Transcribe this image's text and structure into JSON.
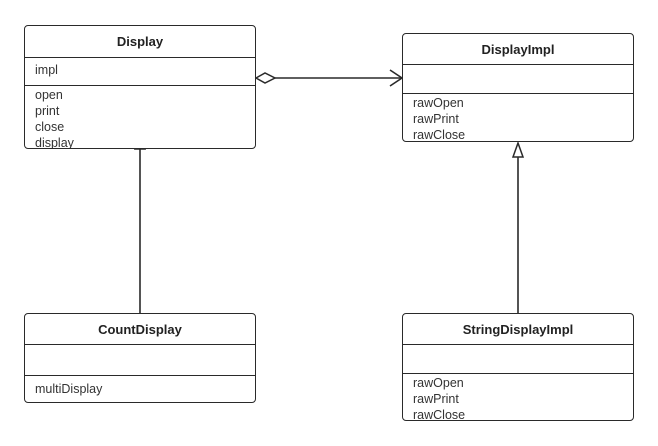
{
  "classes": {
    "display": {
      "name": "Display",
      "attributes": [
        "impl"
      ],
      "operations": [
        "open",
        "print",
        "close",
        "display"
      ]
    },
    "display_impl": {
      "name": "DisplayImpl",
      "attributes": [],
      "operations": [
        "rawOpen",
        "rawPrint",
        "rawClose"
      ]
    },
    "count_display": {
      "name": "CountDisplay",
      "attributes": [],
      "operations": [
        "multiDisplay"
      ]
    },
    "string_display_impl": {
      "name": "StringDisplayImpl",
      "attributes": [],
      "operations": [
        "rawOpen",
        "rawPrint",
        "rawClose"
      ]
    }
  },
  "relations": [
    {
      "type": "aggregation-navigable",
      "from": "Display",
      "to": "DisplayImpl"
    },
    {
      "type": "generalization",
      "from": "CountDisplay",
      "to": "Display"
    },
    {
      "type": "generalization",
      "from": "StringDisplayImpl",
      "to": "DisplayImpl"
    }
  ],
  "colors": {
    "line": "#2a2a2a",
    "text": "#333333",
    "background": "#ffffff"
  }
}
